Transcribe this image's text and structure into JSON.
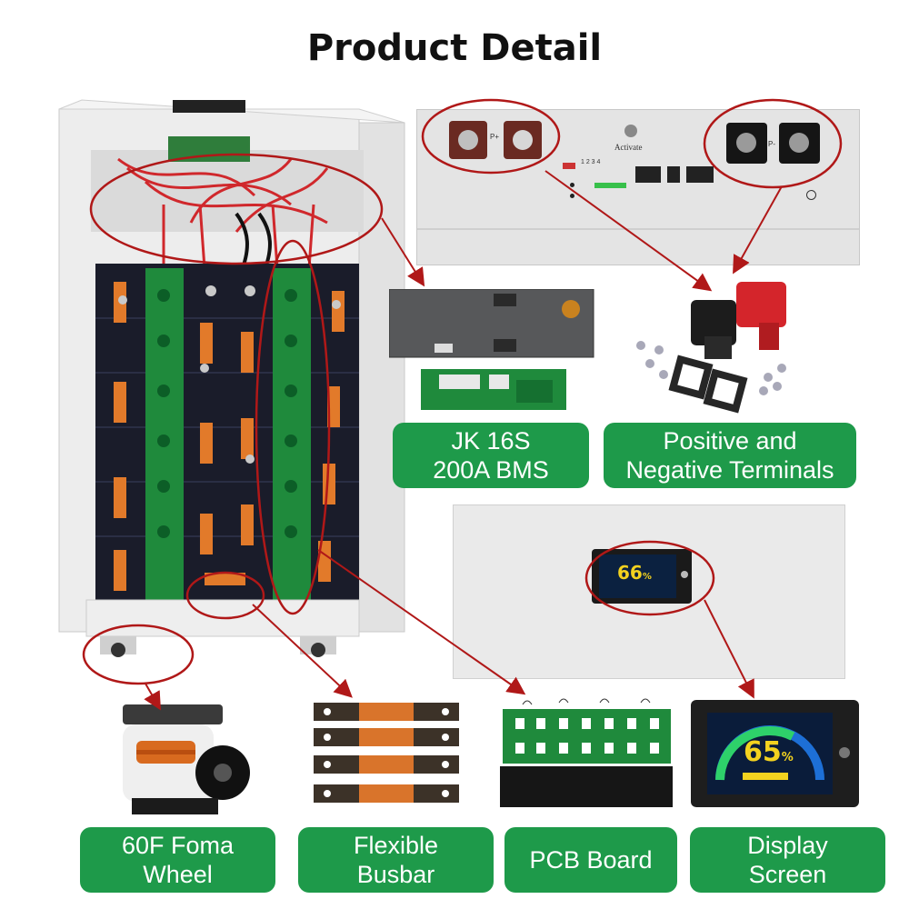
{
  "title": "Product Detail",
  "panel": {
    "pos_label": "P+",
    "neg_label": "P-",
    "activate_label": "Activate",
    "dip_label": "1 2 3 4"
  },
  "display": {
    "percent_large": "66",
    "percent_small": "65",
    "unit": "%"
  },
  "labels": {
    "bms": [
      "JK 16S",
      "200A BMS"
    ],
    "terminals": [
      "Positive and",
      "Negative Terminals"
    ],
    "wheel": [
      "60F Foma",
      "Wheel"
    ],
    "busbar": [
      "Flexible",
      "Busbar"
    ],
    "pcb": [
      "PCB Board"
    ],
    "screen": [
      "Display",
      "Screen"
    ]
  },
  "colors": {
    "label_green": "#1e9a4a",
    "annotation_red": "#b01818",
    "copper": "#d9742b",
    "pcb_green": "#1f8a3c",
    "cabinet_white": "#ececec"
  }
}
